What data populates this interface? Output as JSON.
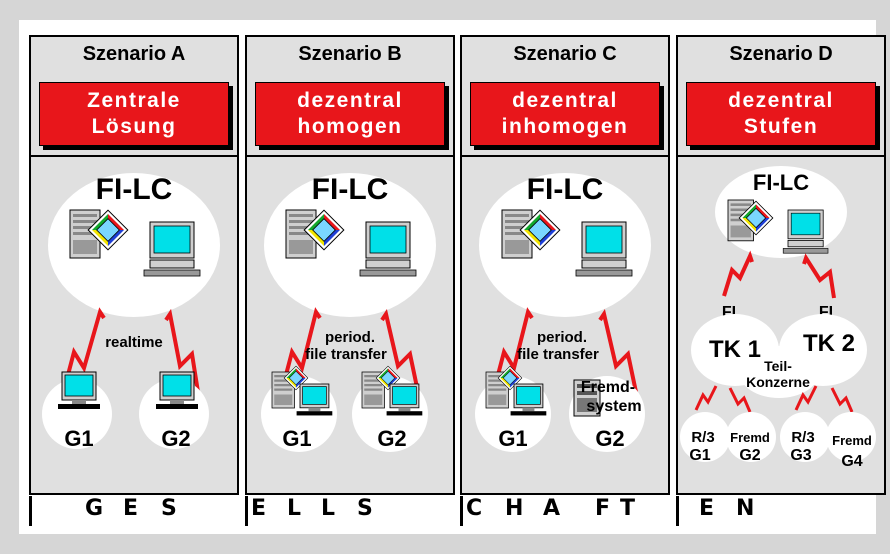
{
  "scenarios": [
    {
      "title": "Szenario A",
      "banner": [
        "Zentrale",
        "Lösung"
      ],
      "system": "FI-LC",
      "link": "realtime",
      "nodes": [
        "G1",
        "G2"
      ]
    },
    {
      "title": "Szenario B",
      "banner": [
        "dezentral",
        "homogen"
      ],
      "system": "FI-LC",
      "link": [
        "period.",
        "file transfer"
      ],
      "nodes": [
        "G1",
        "G2"
      ]
    },
    {
      "title": "Szenario C",
      "banner": [
        "dezentral",
        "inhomogen"
      ],
      "system": "FI-LC",
      "link": [
        "period.",
        "file transfer"
      ],
      "nodes": [
        "G1",
        "G2"
      ],
      "foreign": [
        "Fremd-",
        "system"
      ]
    },
    {
      "title": "Szenario D",
      "banner": [
        "dezentral",
        "Stufen"
      ],
      "system": "FI-LC",
      "sub_units": [
        {
          "fi": "FI",
          "name": "TK 1"
        },
        {
          "fi": "FI",
          "name": "TK 2"
        }
      ],
      "group_label": [
        "Teil-",
        "Konzerne"
      ],
      "leaves": [
        {
          "top": "R/3",
          "bottom": "G1"
        },
        {
          "top": "Fremd",
          "bottom": "G2"
        },
        {
          "top": "R/3",
          "bottom": "G3"
        },
        {
          "top": "Fremd",
          "bottom": "G4"
        }
      ]
    }
  ],
  "r3_label": "R/3",
  "footer_letters": [
    "G",
    "E",
    "S",
    "E",
    "L",
    "L",
    "S",
    "C",
    "H",
    "A",
    "F",
    "T",
    "E",
    "N"
  ],
  "colors": {
    "banner": "#e8161b",
    "bolt": "#e8161b",
    "screen": "#00e0e8",
    "panel": "#e0e0e0",
    "bubble": "#ffffff"
  }
}
